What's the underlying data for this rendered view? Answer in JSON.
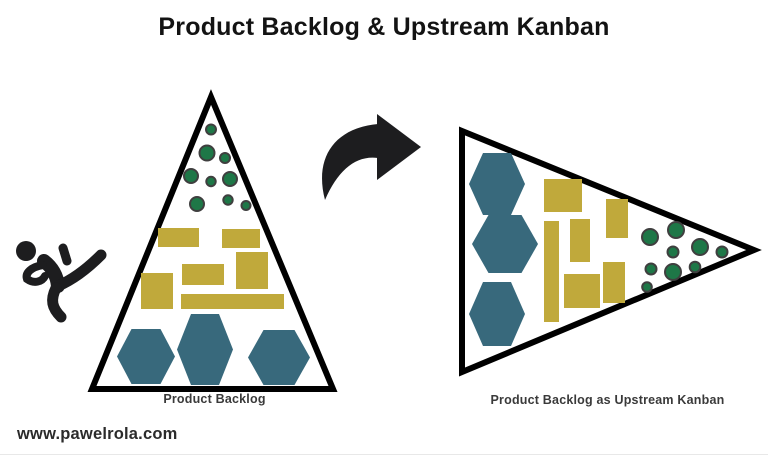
{
  "title": "Product Backlog & Upstream Kanban",
  "diagram": {
    "left_label": "Product Backlog",
    "right_label": "Product Backlog as Upstream Kanban",
    "transformation": "pyramid backlog rotated into right-pointing upstream kanban funnel",
    "item_types": {
      "circles": "small granular items (green dots)",
      "rects": "medium items (gold rectangles)",
      "hexagons": "large items / epics (teal hexagons)"
    }
  },
  "footer": {
    "website": "www.pawelrola.com"
  },
  "icons": {
    "karate": "karate-kick-icon",
    "arrow": "curved-right-arrow-icon"
  },
  "colors": {
    "background": "#ffffff",
    "outline": "#000000",
    "triangle_fill": "#ffffff",
    "circle_fill": "#1e7747",
    "circle_stroke": "#3f3f3f",
    "rect_fill": "#c0a93b",
    "hexagon_fill": "#38697c",
    "icon_color": "#1d1d1f",
    "title_color": "#131313",
    "label_color": "#3a3a3a"
  }
}
